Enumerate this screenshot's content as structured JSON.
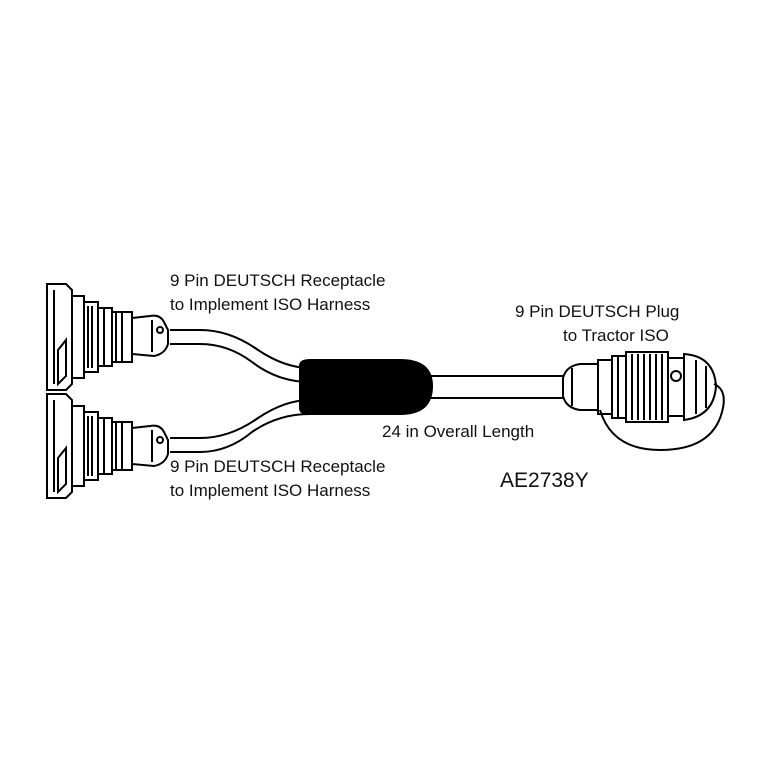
{
  "labels": {
    "receptacle_top_line1": "9 Pin DEUTSCH Receptacle",
    "receptacle_top_line2": "to Implement ISO Harness",
    "receptacle_bottom_line1": "9 Pin DEUTSCH Receptacle",
    "receptacle_bottom_line2": "to Implement ISO Harness",
    "plug_line1": "9 Pin DEUTSCH Plug",
    "plug_line2": "to Tractor ISO",
    "length": "24 in Overall Length",
    "part_number": "AE2738Y"
  },
  "colors": {
    "line": "#000000",
    "fill": "#ffffff",
    "boot": "#000000",
    "text": "#111111"
  }
}
